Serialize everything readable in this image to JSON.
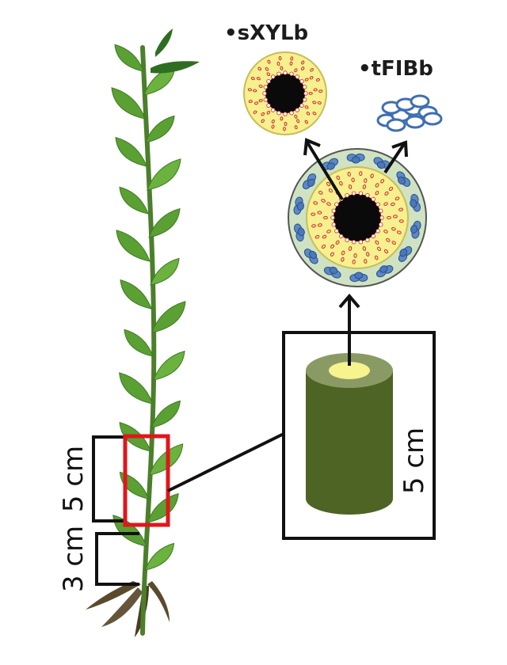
{
  "labels": {
    "sxylb": "•sXYLb",
    "tfibb": "•tFIBb",
    "dim_upper": "5 cm",
    "dim_lower": "3 cm",
    "dim_segment": "5 cm"
  },
  "colors": {
    "leaf": "#5aa033",
    "leaf_dark": "#2f6e22",
    "stem": "#4c7f2b",
    "root": "#5a4a2c",
    "sample_box": "#e0161b",
    "xylem_ring": "#f6f08f",
    "xylem_ring_stroke": "#c9bd55",
    "pith": "#0a0a0a",
    "vessel": "#d0202a",
    "fiber_ring": "#cfe3c2",
    "fiber_bundle": "#3f6fb3",
    "segment_body": "#4d6424",
    "segment_rim": "#8a9a64",
    "segment_core": "#f7f38e"
  }
}
